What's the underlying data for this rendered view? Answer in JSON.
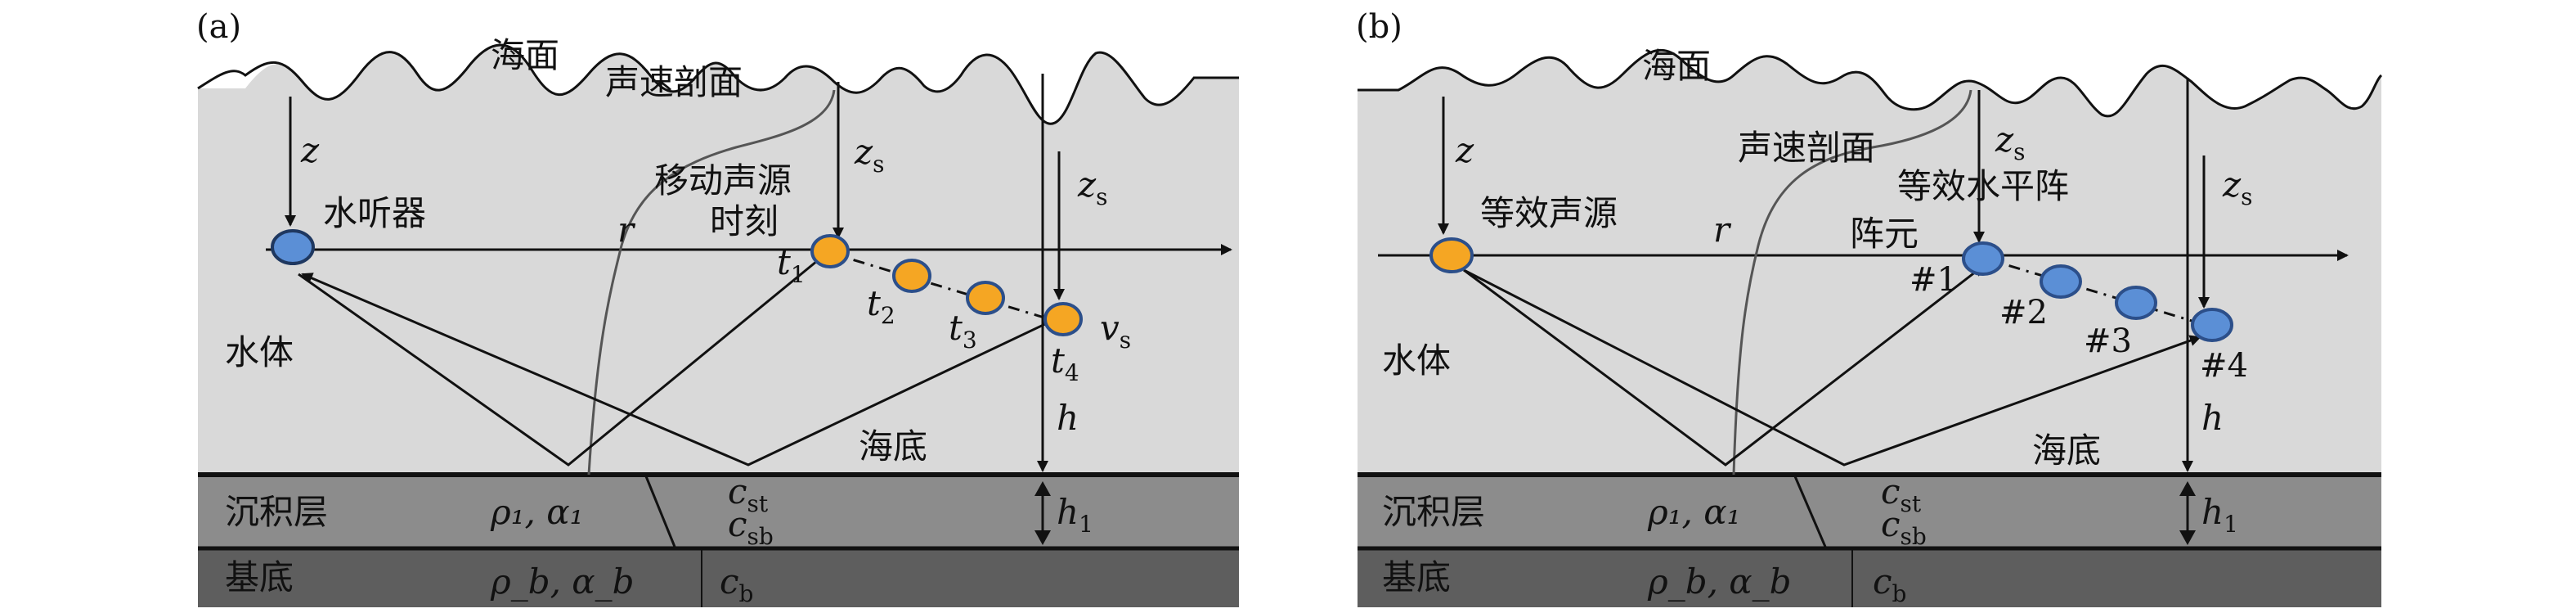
{
  "panels": [
    {
      "tag": "(a)",
      "sea_surface": "海面",
      "ssp": "声速剖面",
      "moving_source_line1": "移动声源",
      "moving_source_line2": "时刻",
      "receiver": "水听器",
      "water": "水体",
      "seabed": "海底",
      "sediment": "沉积层",
      "basement": "基底",
      "z": "z",
      "zs_main": "z",
      "zs_sub": "s",
      "zs2_main": "z",
      "zs2_sub": "s",
      "r": "r",
      "h": "h",
      "h1_main": "h",
      "h1_sub": "1",
      "rho_a": "ρ₁, α₁",
      "rho_b": "ρ_b, α_b",
      "cst_main": "c",
      "cst_sub": "st",
      "csb_main": "c",
      "csb_sub": "sb",
      "cb_main": "c",
      "cb_sub": "b",
      "t1_main": "t",
      "t1_sub": "1",
      "t2_main": "t",
      "t2_sub": "2",
      "t3_main": "t",
      "t3_sub": "3",
      "t4_main": "t",
      "t4_sub": "4",
      "vs_main": "v",
      "vs_sub": "s"
    },
    {
      "tag": "(b)",
      "sea_surface": "海面",
      "ssp": "声速剖面",
      "equiv_array_line1": "等效水平阵",
      "equiv_array_line2": "阵元",
      "equiv_source": "等效声源",
      "water": "水体",
      "seabed": "海底",
      "sediment": "沉积层",
      "basement": "基底",
      "z": "z",
      "zs_main": "z",
      "zs_sub": "s",
      "zs2_main": "z",
      "zs2_sub": "s",
      "r": "r",
      "h": "h",
      "h1_main": "h",
      "h1_sub": "1",
      "rho_a": "ρ₁, α₁",
      "rho_b": "ρ_b, α_b",
      "cst_main": "c",
      "cst_sub": "st",
      "csb_main": "c",
      "csb_sub": "sb",
      "cb_main": "c",
      "cb_sub": "b",
      "e1": "#1",
      "e2": "#2",
      "e3": "#3",
      "e4": "#4"
    }
  ],
  "colors": {
    "water": "#d9d9d9",
    "sediment": "#8c8c8c",
    "basement": "#5e5e5e",
    "source_fill": "#f5a623",
    "element_fill": "#5b8fd6",
    "outline": "#2c4f8a"
  }
}
